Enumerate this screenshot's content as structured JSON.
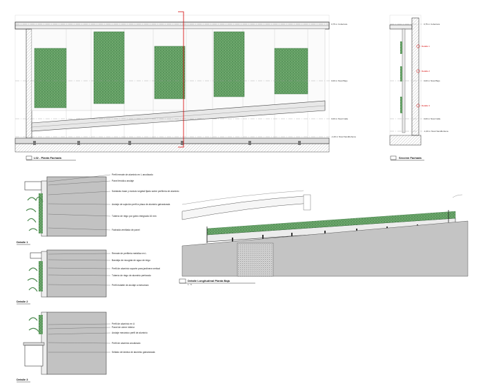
{
  "elevation_main": {
    "levels": [
      "0,75 m Cobertura",
      "0,00 m Nivel Bajo",
      "0,00 m Nivel Calle",
      "-1,00 m Nivel Sandbohena"
    ],
    "title": "L02 - Planta Fachada"
  },
  "section_small": {
    "levels": [
      "0,75 m Cobertura",
      "0,00 m Nivel Bajo",
      "0,00 m Nivel Calle",
      "-1,00 m Nivel Sandbohena"
    ],
    "markers": [
      "Detalle 1",
      "Detalle 2",
      "Detalle 3"
    ],
    "title": "Sección Fachada"
  },
  "details": [
    {
      "title": "Detalle 1",
      "notes": [
        "Perfil remate de aluminio en L anodizado",
        "Panel fenólico anclaje",
        "Substrato base y módulo vegetal fijado sobre perfilería de aluminio",
        "Anclaje de sujeción perfil a placa de aluminio galvanizada",
        "Tubería de riego por goteo integrada 16 mm",
        "Fachada ventilada de panel"
      ]
    },
    {
      "title": "Detalle 2",
      "notes": [
        "Remate de perfilería metálica en L",
        "Bandeja de recogida de agua de riego",
        "Perfil de aluminio soporte para jardinera vertical",
        "Tubería de riego de aluminio perforado",
        "Perfil estable de anclaje a estructura"
      ]
    },
    {
      "title": "Detalle 3",
      "notes": [
        "Perfil de aluminio en U",
        "Panel de cierre inferior",
        "Anclaje mecánico perfil de aluminio",
        "Perfil de aluminio anodizado",
        "Sellado de lámina de aluminio galvanizada"
      ]
    }
  ],
  "section_long": {
    "title": "Detalle Longitudinal Planta Baja",
    "subtitle": "1 : 5"
  },
  "colors": {
    "green": "#5e9a5f",
    "green_dark": "#3f7a45",
    "hatch": "#bdbdbd",
    "red": "#d40000"
  }
}
